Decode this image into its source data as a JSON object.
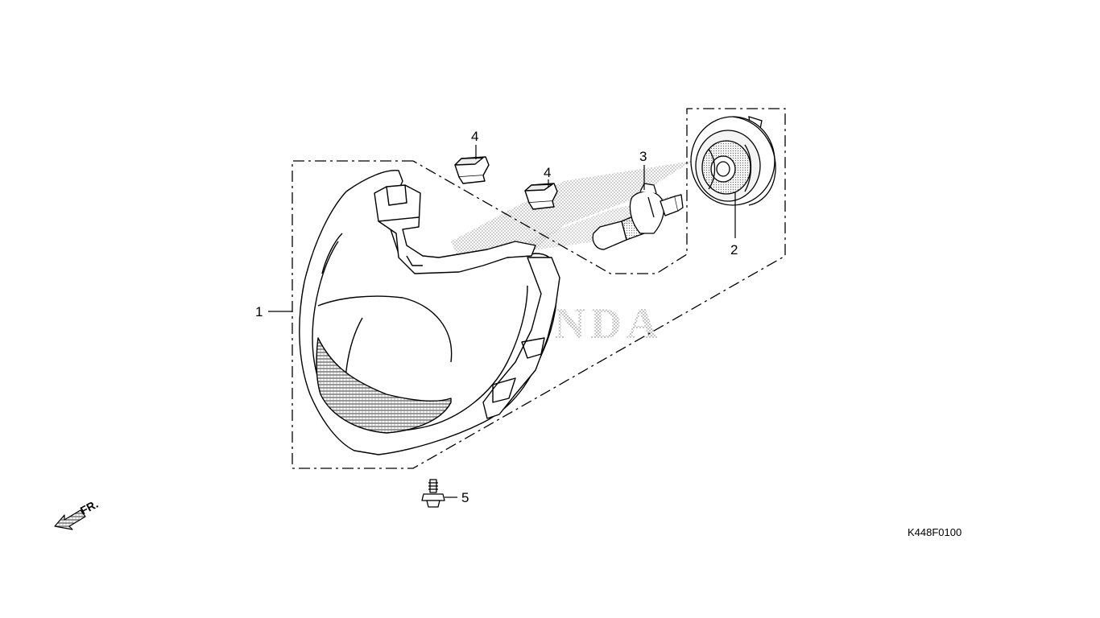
{
  "diagram": {
    "code": "K448F0100",
    "front_indicator": "FR.",
    "watermark": "HONDA",
    "callouts": {
      "headlight_unit": "1",
      "socket_cover": "2",
      "bulb": "3",
      "clip_left": "4",
      "clip_right": "4",
      "screw": "5"
    }
  },
  "colors": {
    "line": "#000000",
    "watermark": "#b8b8b8",
    "background": "#ffffff"
  }
}
